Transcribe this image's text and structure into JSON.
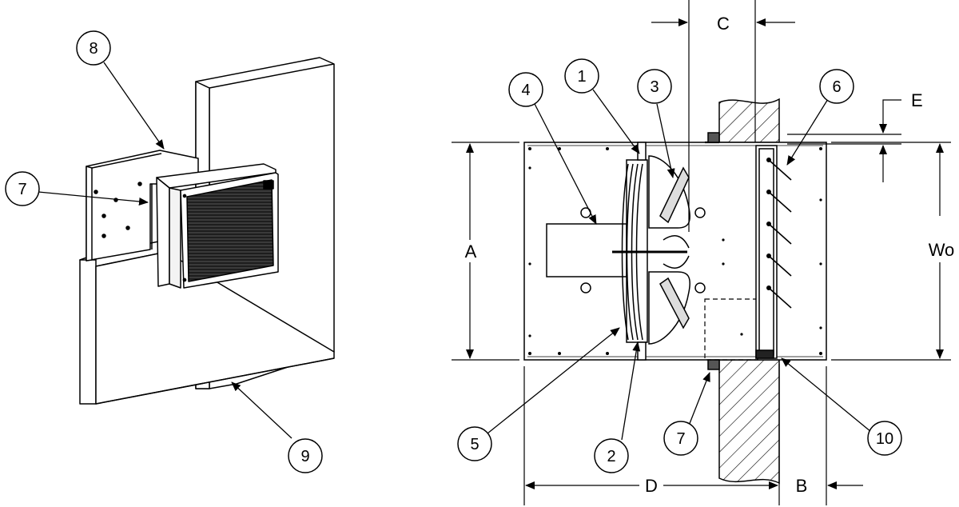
{
  "callouts": {
    "c1": "1",
    "c2": "2",
    "c3": "3",
    "c4": "4",
    "c5": "5",
    "c6": "6",
    "c7_left": "7",
    "c7_right": "7",
    "c8": "8",
    "c9": "9",
    "c10": "10"
  },
  "dimensions": {
    "a": "A",
    "b": "B",
    "c": "C",
    "d": "D",
    "e": "E",
    "wo": "Wo"
  }
}
